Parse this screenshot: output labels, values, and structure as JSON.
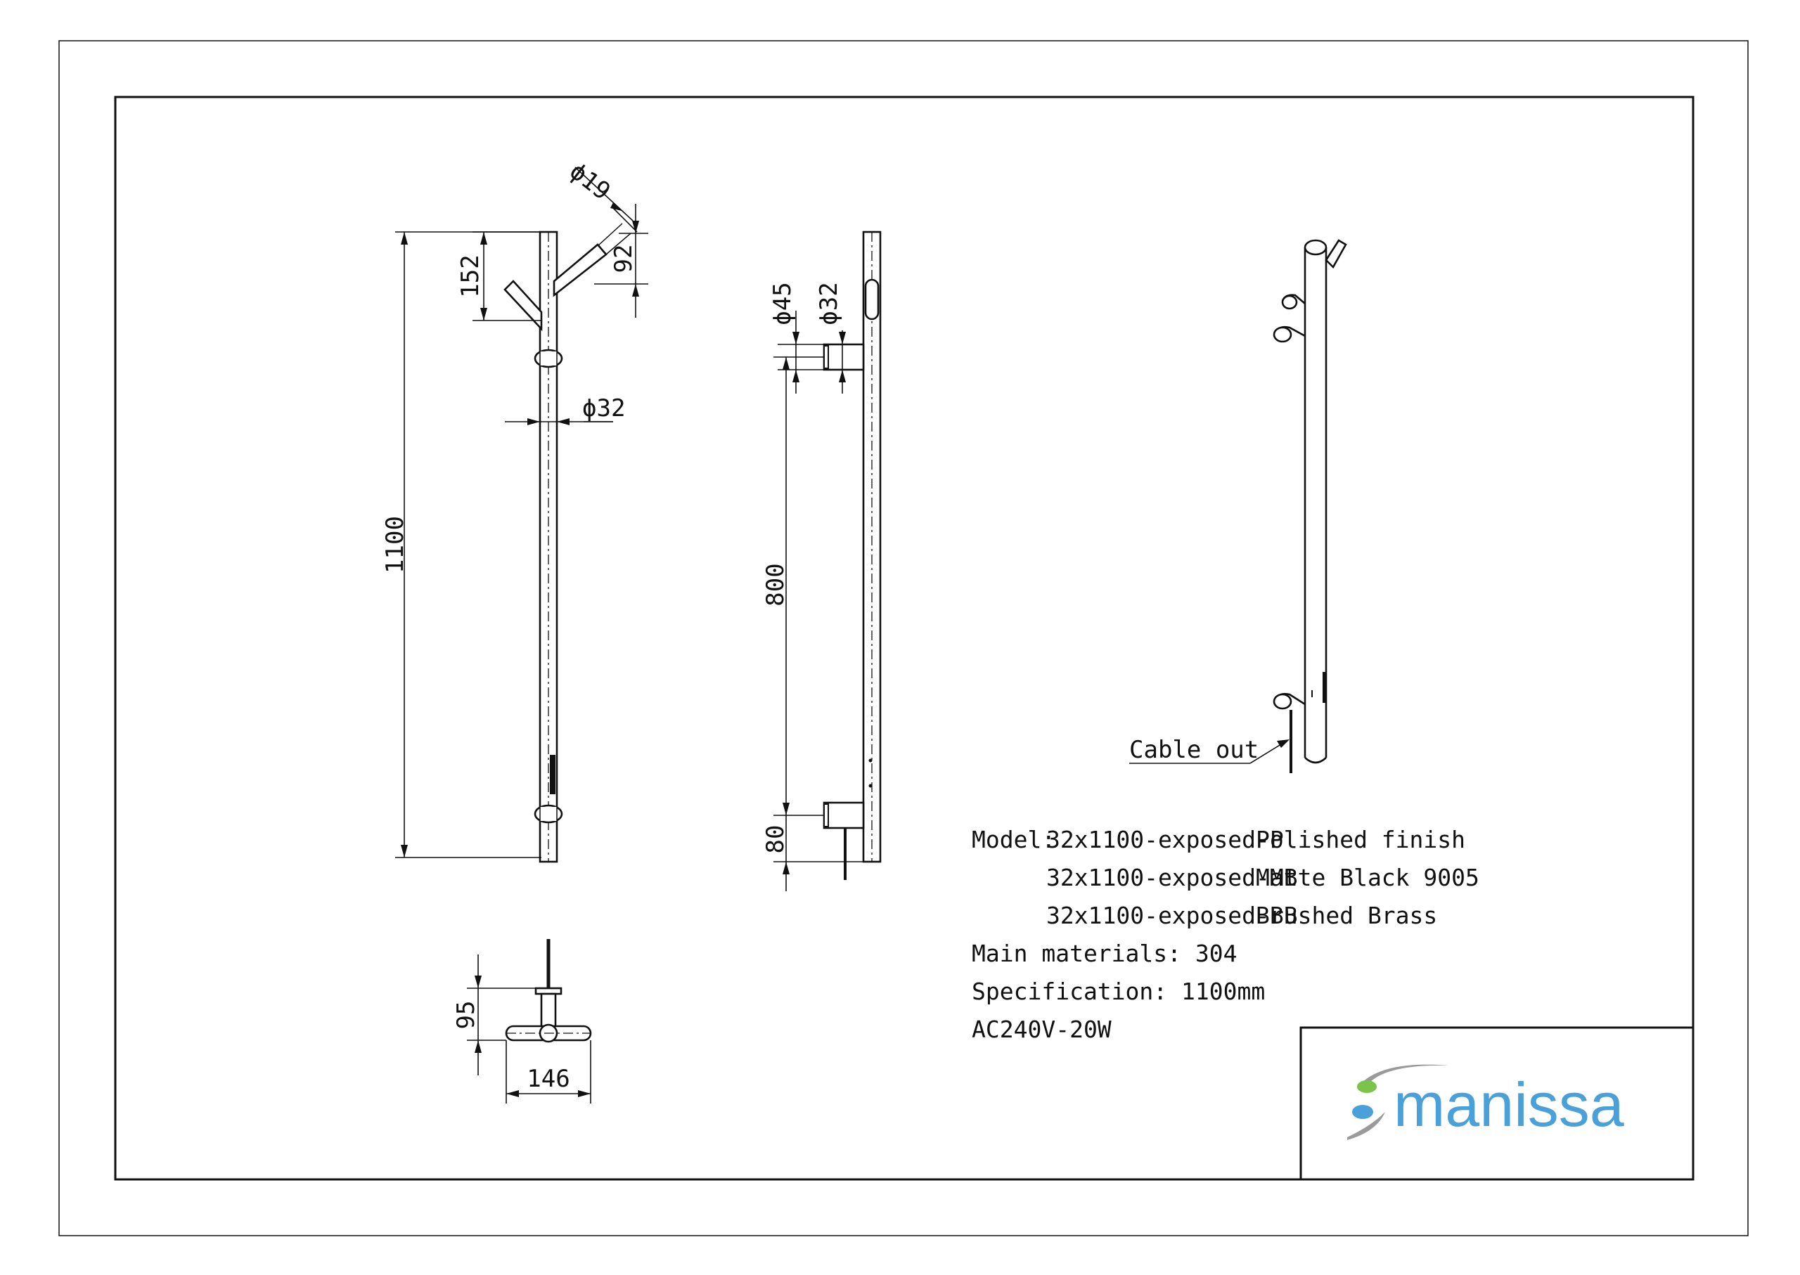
{
  "dimensions": {
    "front": {
      "overall_height": "1100",
      "arm_offset": "152",
      "pipe_dia": "ϕ32",
      "arm_dia": "ϕ19",
      "arm_rise": "92"
    },
    "side": {
      "flange_dia": "ϕ45",
      "pipe_dia": "ϕ32",
      "bracket_spacing": "800",
      "bottom_offset": "80"
    },
    "top": {
      "projection": "95",
      "width": "146"
    }
  },
  "callouts": {
    "cable_out": "Cable out"
  },
  "spec": {
    "model_label": "Model:",
    "models": [
      {
        "code": "32x1100-exposed-P",
        "finish": "Polished finish"
      },
      {
        "code": "32x1100-exposed-MB",
        "finish": "Matte Black 9005"
      },
      {
        "code": "32x1100-exposed-BB",
        "finish": "Brushed Brass"
      }
    ],
    "materials": "Main materials: 304",
    "specification": "Specification: 1100mm",
    "power": "AC240V-20W"
  },
  "brand": {
    "logo_text": "manissa",
    "color": "#4aa0d8"
  }
}
